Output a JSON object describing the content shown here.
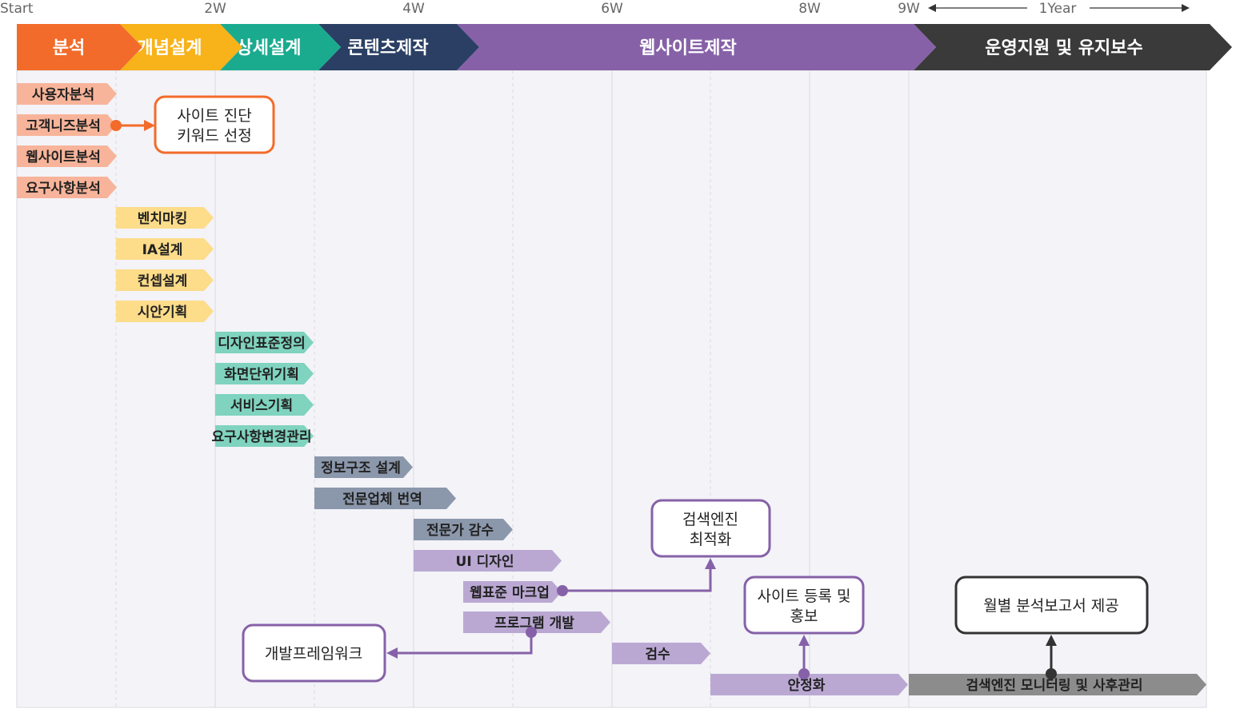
{
  "week_labels": [
    "Start",
    "2W",
    "4W",
    "6W",
    "8W",
    "9W",
    "1Year"
  ],
  "phases": [
    {
      "label": "분석",
      "color": "#f26b2a"
    },
    {
      "label": "개념설계",
      "color": "#f8b21a"
    },
    {
      "label": "상세설계",
      "color": "#1aab8f"
    },
    {
      "label": "콘텐츠제작",
      "color": "#2a3f63"
    },
    {
      "label": "웹사이트제작",
      "color": "#8661a8"
    },
    {
      "label": "운영지원 및 유지보수",
      "color": "#3a3a3a"
    }
  ],
  "tasks": [
    {
      "label": "사용자분석",
      "color": "#f8b49a"
    },
    {
      "label": "고객니즈분석",
      "color": "#f8b49a"
    },
    {
      "label": "웹사이트분석",
      "color": "#f8b49a"
    },
    {
      "label": "요구사항분석",
      "color": "#f8b49a"
    },
    {
      "label": "벤치마킹",
      "color": "#fddc8a"
    },
    {
      "label": "IA설계",
      "color": "#fddc8a"
    },
    {
      "label": "컨셉설계",
      "color": "#fddc8a"
    },
    {
      "label": "시안기획",
      "color": "#fddc8a"
    },
    {
      "label": "디자인표준정의",
      "color": "#7fd3bf"
    },
    {
      "label": "화면단위기획",
      "color": "#7fd3bf"
    },
    {
      "label": "서비스기획",
      "color": "#7fd3bf"
    },
    {
      "label": "요구사항변경관리",
      "color": "#7fd3bf"
    },
    {
      "label": "정보구조 설계",
      "color": "#8b97ab"
    },
    {
      "label": "전문업체 번역",
      "color": "#8b97ab"
    },
    {
      "label": "전문가 감수",
      "color": "#8b97ab"
    },
    {
      "label": "UI 디자인",
      "color": "#baa8d3"
    },
    {
      "label": "웹표준 마크업",
      "color": "#baa8d3"
    },
    {
      "label": "프로그램 개발",
      "color": "#baa8d3"
    },
    {
      "label": "검수",
      "color": "#baa8d3"
    },
    {
      "label": "안정화",
      "color": "#baa8d3"
    },
    {
      "label": "검색엔진 모니터링 및 사후관리",
      "color": "#8c8c8c"
    }
  ],
  "callouts": [
    {
      "lines": [
        "사이트 진단",
        "키워드 선정"
      ],
      "color": "#f26b2a"
    },
    {
      "lines": [
        "검색엔진",
        "최적화"
      ],
      "color": "#8661a8"
    },
    {
      "lines": [
        "사이트 등록 및",
        "홍보"
      ],
      "color": "#8661a8"
    },
    {
      "lines": [
        "개발프레임워크"
      ],
      "color": "#8661a8"
    },
    {
      "lines": [
        "월별 분석보고서 제공"
      ],
      "color": "#333333"
    }
  ]
}
